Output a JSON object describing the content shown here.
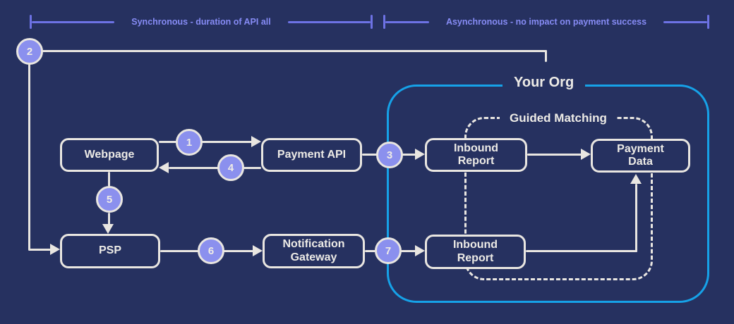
{
  "colors": {
    "background": "#263160",
    "outline_offwhite": "#e9e6e1",
    "node_text": "#edebe6",
    "step_fill_lavender": "#8b90ee",
    "bracket_line": "#6d72e4",
    "bracket_text": "#868bf4",
    "org_border_cyan": "#16a2e8"
  },
  "brackets": {
    "synchronous": "Synchronous - duration of API all",
    "asynchronous": "Asynchronous - no impact on payment success"
  },
  "containers": {
    "your_org": "Your Org",
    "guided_matching": "Guided Matching"
  },
  "nodes": {
    "webpage": "Webpage",
    "payment_api": "Payment API",
    "inbound_report_top": "Inbound Report",
    "payment_data": "Payment Data",
    "psp": "PSP",
    "notification_gateway": "Notification Gateway",
    "inbound_report_bottom": "Inbound Report"
  },
  "steps": {
    "s1": "1",
    "s2": "2",
    "s3": "3",
    "s4": "4",
    "s5": "5",
    "s6": "6",
    "s7": "7"
  }
}
